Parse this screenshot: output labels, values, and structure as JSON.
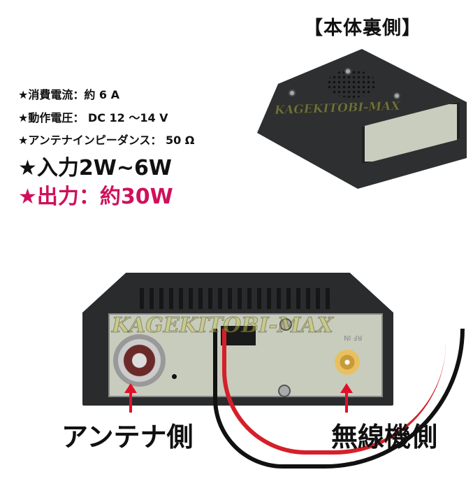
{
  "title": "【本体裏側】",
  "specs": [
    "★消費電流：約 6 A",
    "★動作電圧： DC 12 ～14 V",
    "★アンテナインピーダンス： 50 Ω"
  ],
  "input_power": "★入力2W~6W",
  "output_power": "★出力：約30W",
  "labels": {
    "antenna_side": "アンテナ側",
    "radio_side": "無線機側",
    "rf_in": "RF IN"
  },
  "watermark": "KAGEKITOBI-MAX",
  "colors": {
    "accent": "#d0105a",
    "arrow": "#e0102a"
  }
}
